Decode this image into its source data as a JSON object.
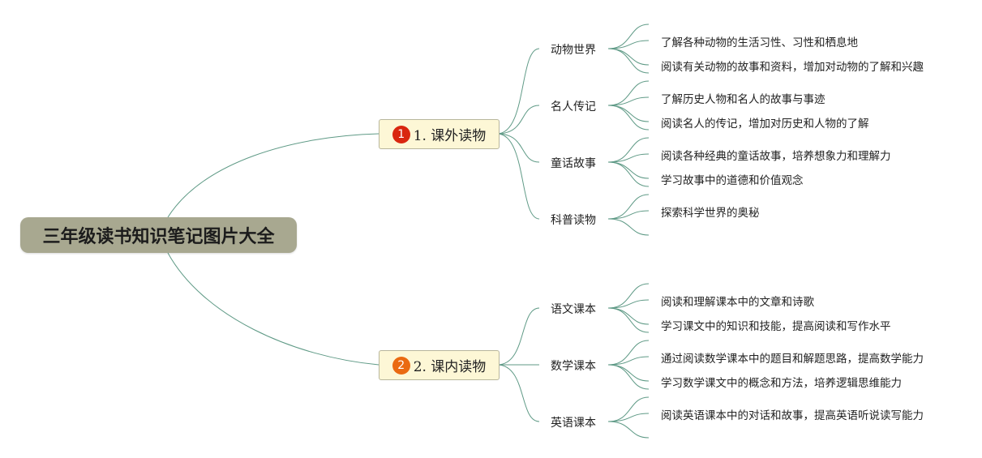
{
  "root": {
    "title": "三年级读书知识笔记图片大全"
  },
  "branches": [
    {
      "number": "1",
      "label": "1. 课外读物",
      "color": "#d9260f",
      "children": [
        {
          "label": "动物世界",
          "items": [
            "了解各种动物的生活习性、习性和栖息地",
            "阅读有关动物的故事和资料，增加对动物的了解和兴趣"
          ]
        },
        {
          "label": "名人传记",
          "items": [
            "了解历史人物和名人的故事与事迹",
            "阅读名人的传记，增加对历史和人物的了解"
          ]
        },
        {
          "label": "童话故事",
          "items": [
            "阅读各种经典的童话故事，培养想象力和理解力",
            "学习故事中的道德和价值观念"
          ]
        },
        {
          "label": "科普读物",
          "items": [
            "探索科学世界的奥秘"
          ]
        }
      ]
    },
    {
      "number": "2",
      "label": "2. 课内读物",
      "color": "#ea6a12",
      "children": [
        {
          "label": "语文课本",
          "items": [
            "阅读和理解课本中的文章和诗歌",
            "学习课文中的知识和技能，提高阅读和写作水平"
          ]
        },
        {
          "label": "数学课本",
          "items": [
            "通过阅读数学课本中的题目和解题思路，提高数学能力",
            "学习数学课文中的概念和方法，培养逻辑思维能力"
          ]
        },
        {
          "label": "英语课本",
          "items": [
            "阅读英语课本中的对话和故事，提高英语听说读写能力"
          ]
        }
      ]
    }
  ]
}
